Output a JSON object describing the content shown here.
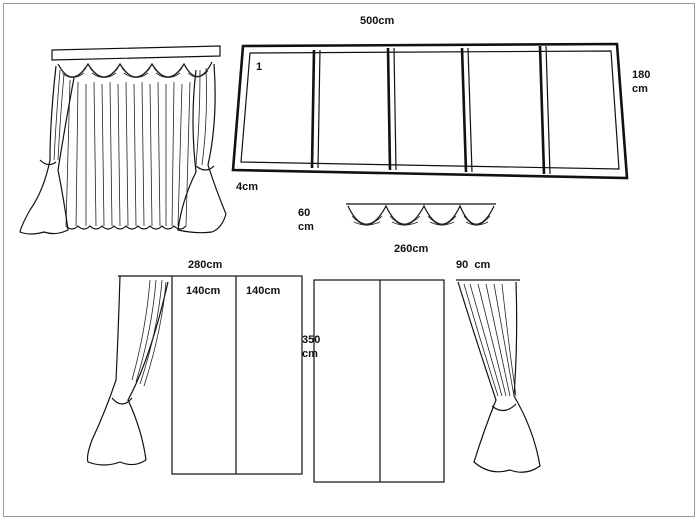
{
  "labels": {
    "top_width": "500cm",
    "window_height_num": "180",
    "window_height_unit": "cm",
    "pane_number": "1",
    "frame_width": "4cm",
    "valance_height_num": "60",
    "valance_height_unit": "cm",
    "valance_width": "260cm",
    "panel_total": "280cm",
    "panel_half_left": "140cm",
    "panel_half_right": "140cm",
    "panel_height_num": "350",
    "panel_height_unit": "cm",
    "curtain_width": "90  cm"
  },
  "colors": {
    "line": "#111111",
    "border": "#9a9a9a",
    "background": "#ffffff"
  }
}
